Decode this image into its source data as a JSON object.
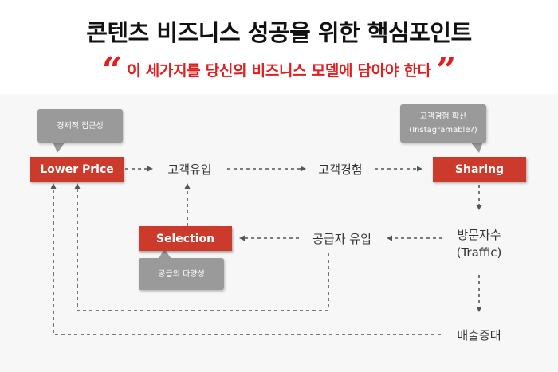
{
  "title": "콘텐츠 비즈니스 성공을 위한 핵심포인트",
  "subtitle": {
    "open_quote": "“",
    "text": "이 세가지를 당신의 비즈니스 모델에 담아야 한다",
    "close_quote": "”"
  },
  "nodes": {
    "lower_price": "Lower Price",
    "customer_inflow": "고객유입",
    "customer_experience": "고객경험",
    "sharing": "Sharing",
    "visitors_line1": "방문자수",
    "visitors_line2": "(Traffic)",
    "supplier_inflow": "공급자 유입",
    "selection": "Selection",
    "sales_increase": "매출증대"
  },
  "callouts": {
    "economic_access": "경제적 접근성",
    "supply_diversity": "공급의 다양성",
    "customer_experience_spread_line1": "고객경험 확산",
    "customer_experience_spread_line2": "(Instagramable?)"
  },
  "colors": {
    "red_box": "#cc3a2c",
    "gray_callout": "#9a9a9a",
    "subtitle_red": "#e02020",
    "arrow": "#555555"
  }
}
